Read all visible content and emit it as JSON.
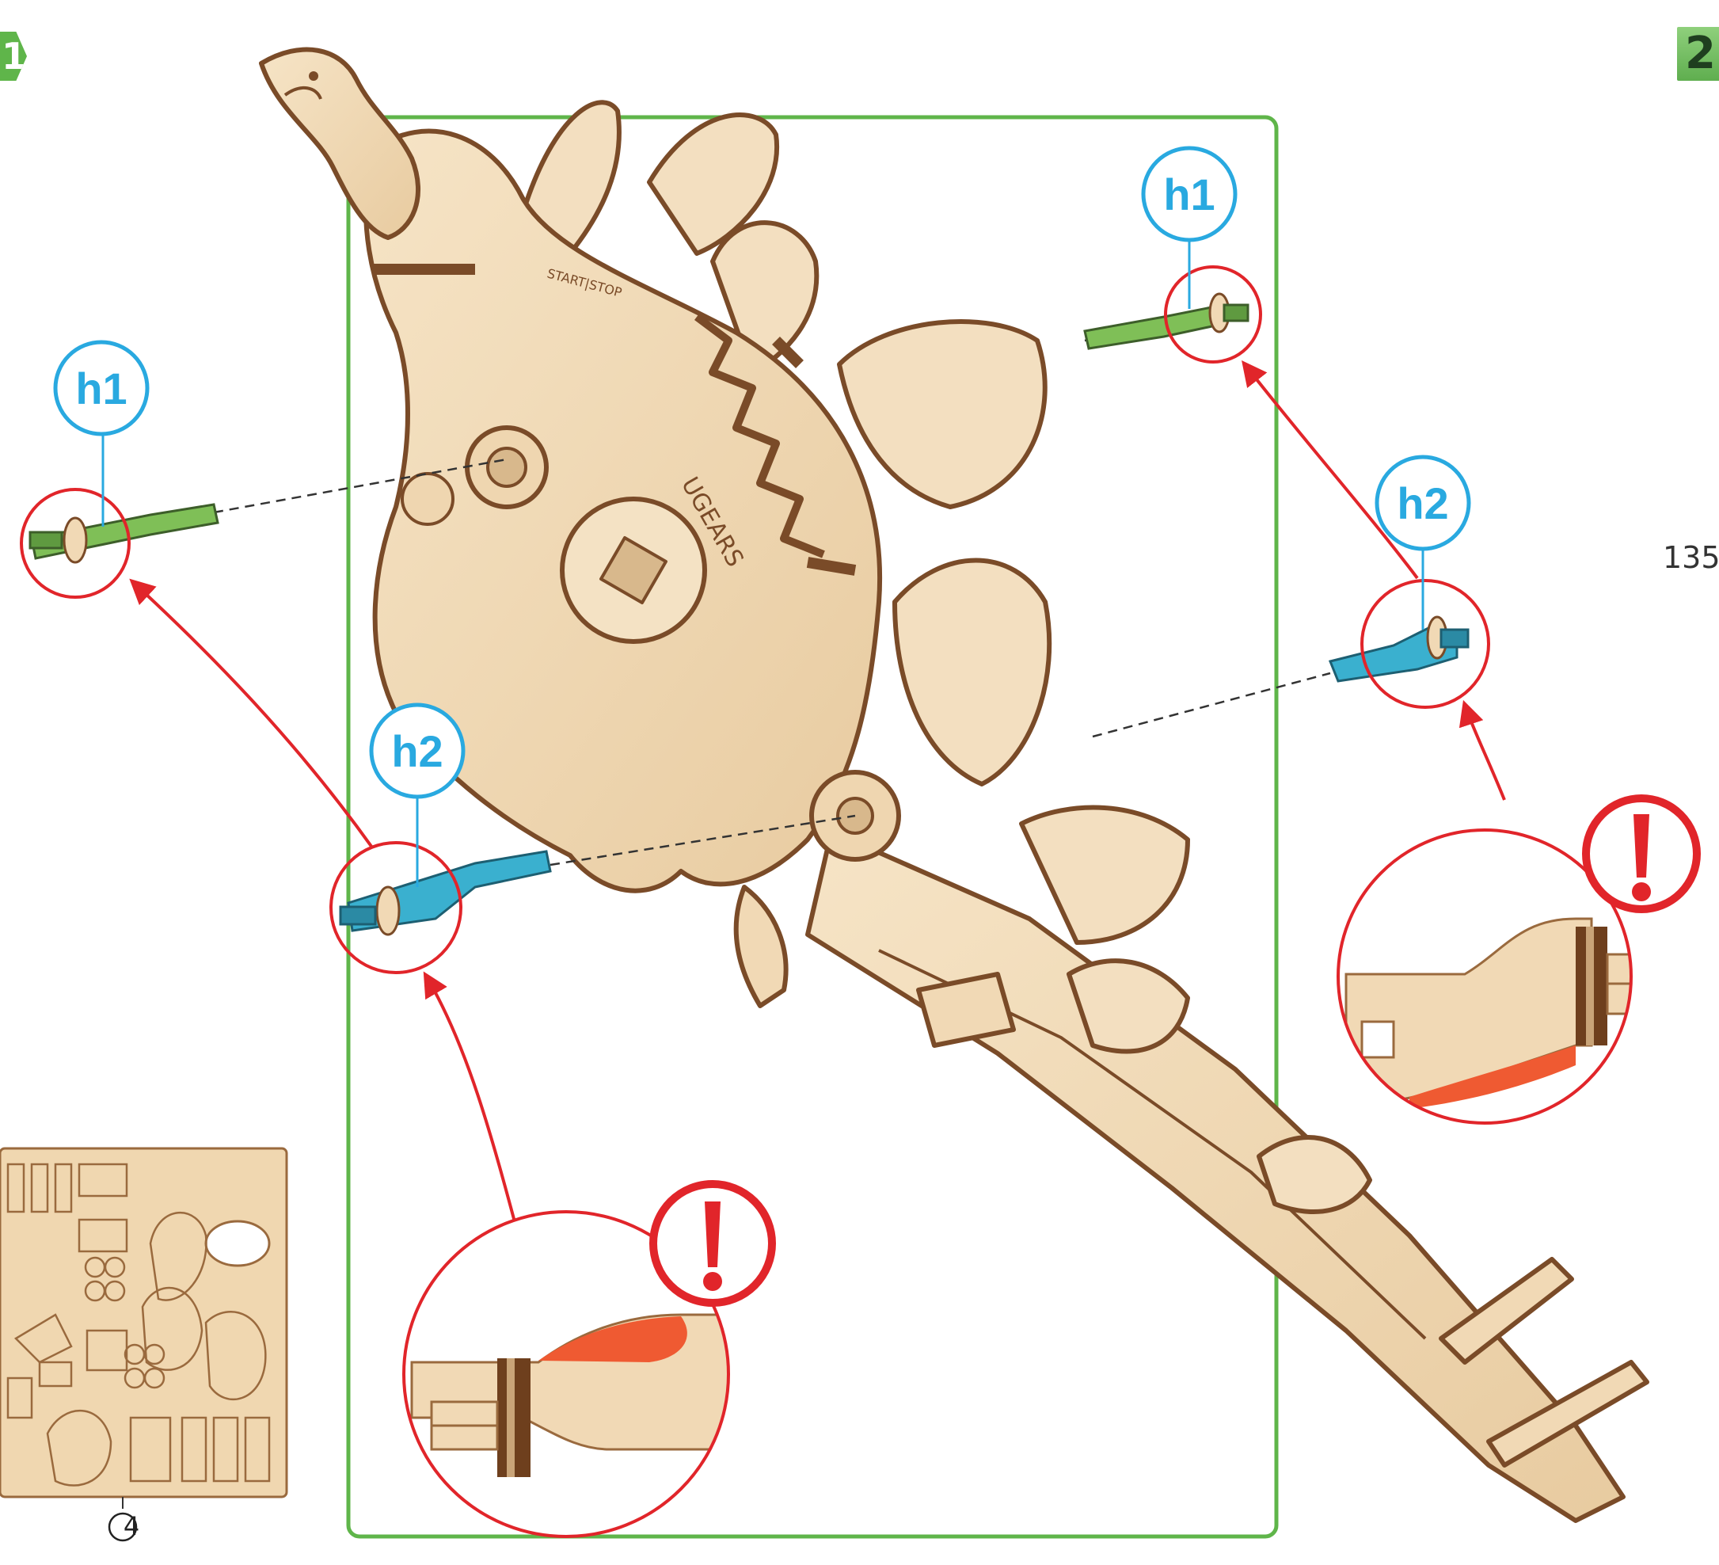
{
  "step_tab_left": "1",
  "step_tab_right": "2",
  "side_number": "135",
  "logo_text": "UGEARS",
  "start_stop_text": "START|STOP",
  "part_labels": {
    "h1_left": "h1",
    "h2_left": "h2",
    "h1_right": "h1",
    "h2_right": "h2"
  },
  "warning_symbol": "!",
  "sheet_number": "4",
  "colors": {
    "frame_green": "#5fb54a",
    "label_blue": "#29a9e0",
    "callout_red": "#e1252a",
    "part_green": "#7fbf57",
    "part_teal": "#3ab0cf",
    "wood": "#f1d9b5",
    "wood_edge": "#8a5a32",
    "highlight_orange": "#ef5a32"
  },
  "icons": [
    "exclamation-warning-icon",
    "circled-number-icon"
  ]
}
